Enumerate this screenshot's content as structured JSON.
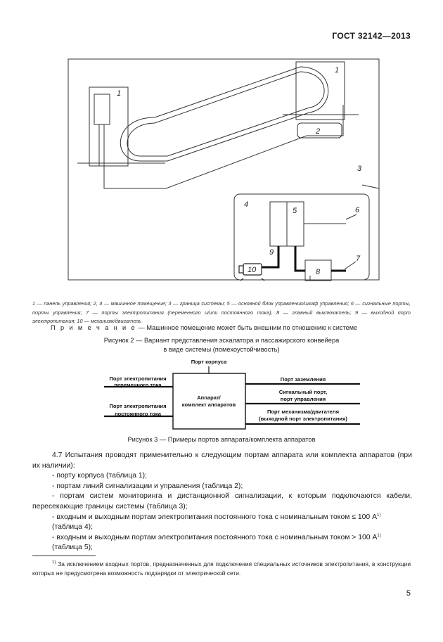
{
  "header": {
    "standard": "ГОСТ 32142—2013"
  },
  "figure2": {
    "labels": [
      "1",
      "1",
      "2",
      "3",
      "4",
      "5",
      "6",
      "7",
      "8",
      "9",
      "10"
    ],
    "legend": "1 — панель управления; 2, 4 — машинное помещение; 3 — граница системы; 5 — основной блок управления/шкаф управления; 6 — сигнальные порты, порты управления; 7 — порты электропитания (переменного и/или постоянного тока), 8 — главный выключатель; 9 — выходной порт электропитания; 10 — механизм/двигатель",
    "note_label": "П р и м е ч а н и е",
    "note_text": " — Машинное помещение может быть внешним по отношению к системе",
    "caption_line1": "Рисунок 2 — Вариант представления эскалатора и пассажирского конвейера",
    "caption_line2": "в виде системы (помехоустойчивость)"
  },
  "figure3": {
    "enclosure_port": "Порт корпуса",
    "ac_port_line1": "Порт электропитания",
    "ac_port_line2": "переменного тока",
    "dc_port_line1": "Порт электропитания",
    "dc_port_line2": "постоянного тока",
    "apparatus_line1": "Аппарат/",
    "apparatus_line2": "комплект аппаратов",
    "earth_port": "Порт заземления",
    "signal_port_line1": "Сигнальный порт,",
    "signal_port_line2": "порт управления",
    "motor_port_line1": "Порт механизма/двигателя",
    "motor_port_line2": "(выходной порт электропитания)",
    "caption": "Рисунок 3 — Примеры портов аппарата/комплекта аппаратов"
  },
  "section": {
    "intro": "4.7 Испытания проводят применительно к следующим портам аппарата или комплекта аппаратов (при их наличии):",
    "items": [
      "- порту корпуса (таблица 1);",
      "- портам линий сигнализации и управления (таблица 2);",
      "- портам систем мониторинга и дистанционной сигнализации, к которым подключаются кабели, пересекающие границы системы (таблица 3);"
    ],
    "item4_text": "- входным и выходным портам электропитания постоянного тока с номинальным током ≤ 100 А",
    "item4_sup": "1)",
    "item4_tail": "(таблица 4);",
    "item5_text": "- входным и выходным портам электропитания постоянного тока с номинальным током > 100 А",
    "item5_sup": "1)",
    "item5_tail": "(таблица 5);"
  },
  "footnote": {
    "marker": "1)",
    "text": " За исключением входных портов, предназначенных для подключения специальных источников электропитания, в конструкции которых не предусмотрена возможность подзарядки от электрической сети."
  },
  "page_number": "5"
}
